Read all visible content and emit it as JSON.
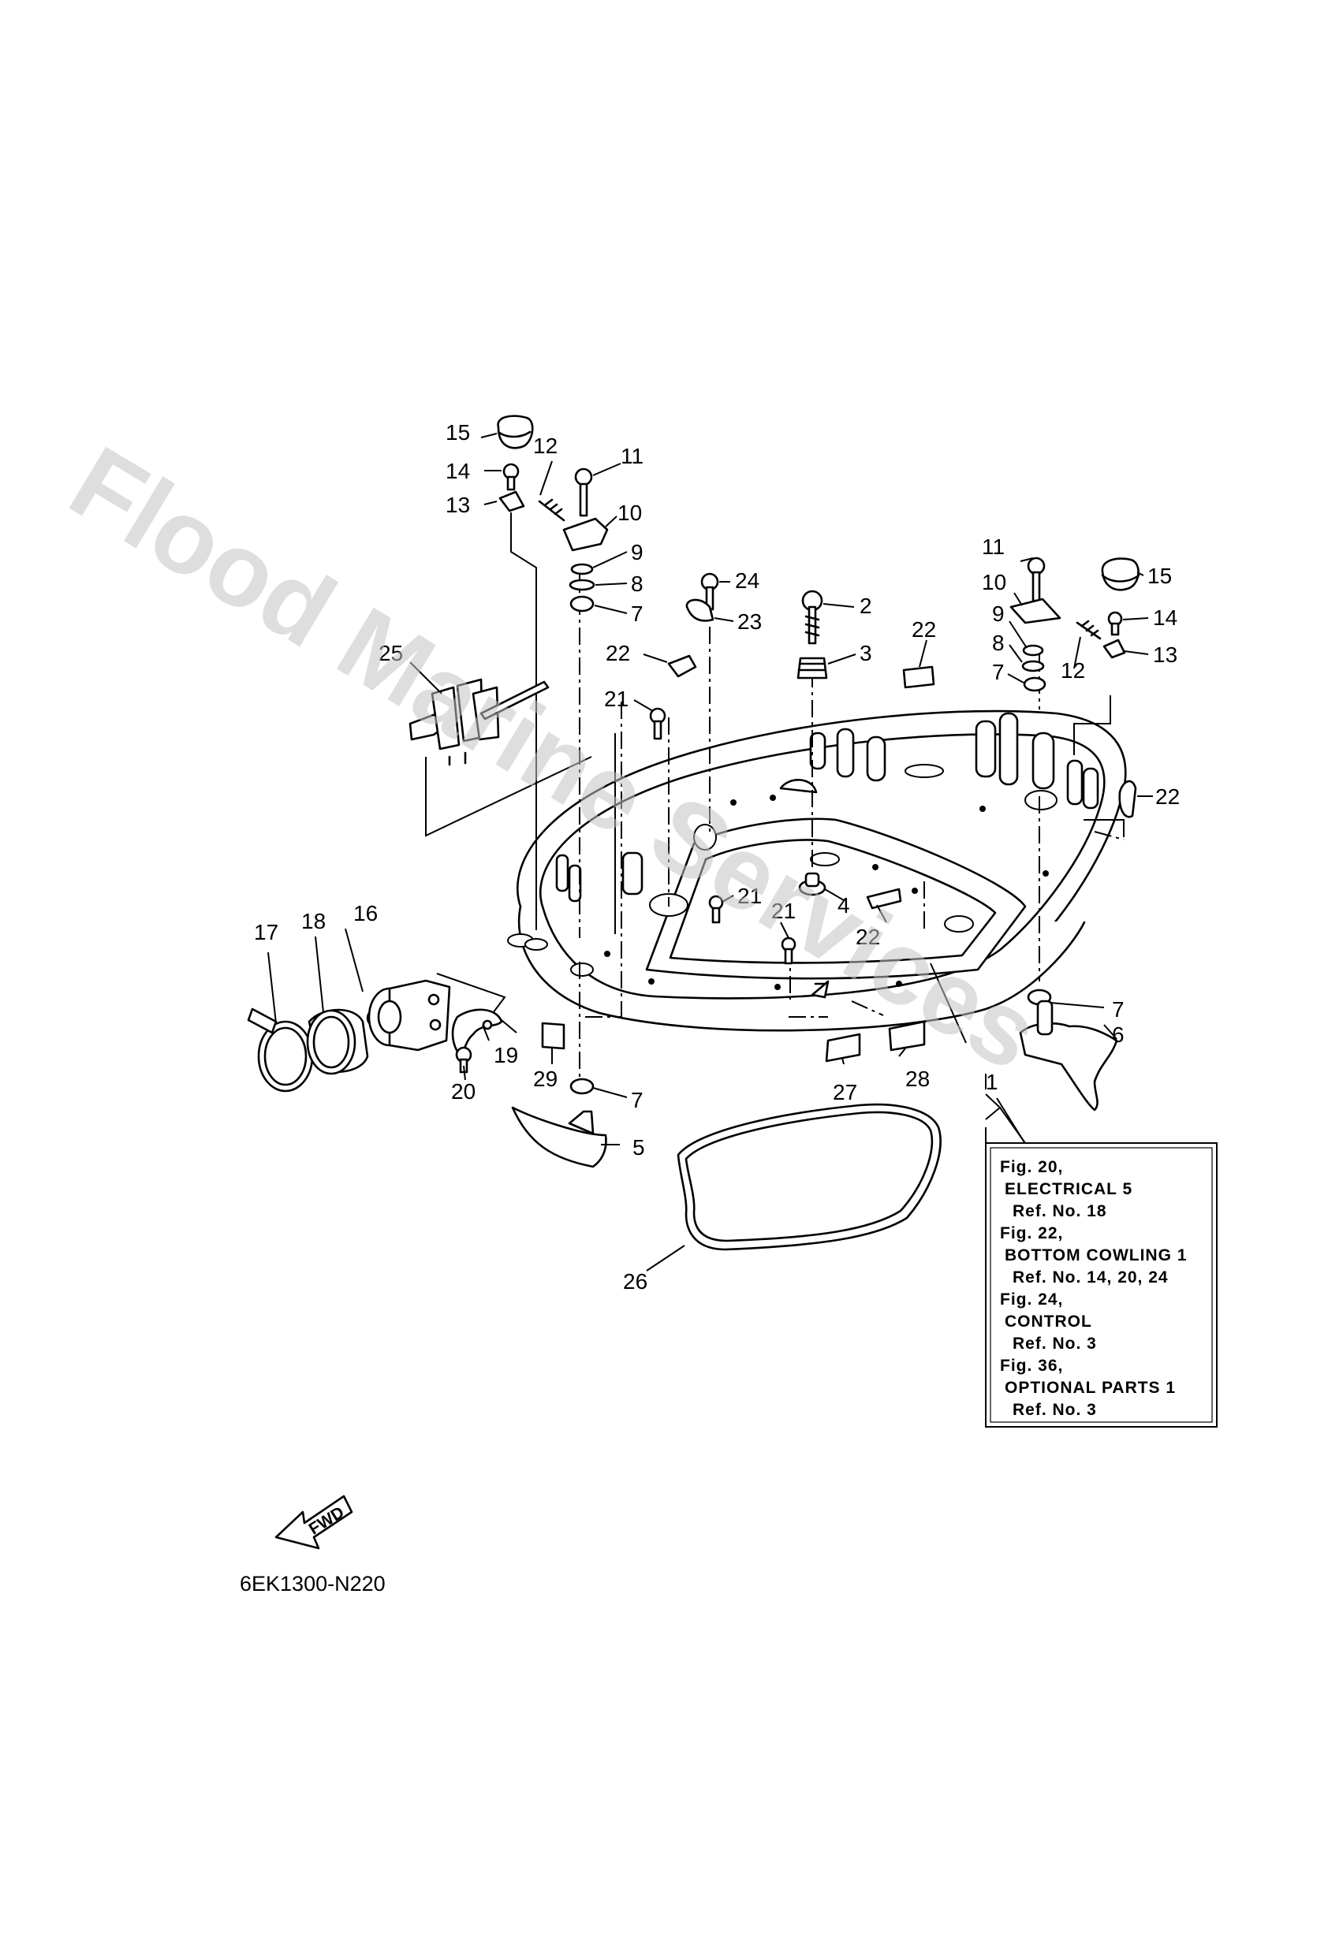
{
  "watermark": "Flood Marine Services",
  "diagram_code": "6EK1300-N220",
  "fwd_label": "FWD",
  "reference_box": {
    "lines": [
      "Fig. 20,",
      "ELECTRICAL 5",
      "Ref. No. 18",
      "Fig. 22,",
      "BOTTOM COWLING 1",
      "Ref. No. 14, 20, 24",
      "Fig. 24,",
      "CONTROL",
      "Ref. No. 3",
      "Fig. 36,",
      "OPTIONAL PARTS 1",
      "Ref. No. 3"
    ]
  },
  "callouts": {
    "c1": "1",
    "c2": "2",
    "c3": "3",
    "c4": "4",
    "c5": "5",
    "c6": "6",
    "c7a": "7",
    "c7b": "7",
    "c7c": "7",
    "c7d": "7",
    "c8a": "8",
    "c8b": "8",
    "c9a": "9",
    "c9b": "9",
    "c10a": "10",
    "c10b": "10",
    "c11a": "11",
    "c11b": "11",
    "c12a": "12",
    "c12b": "12",
    "c13a": "13",
    "c13b": "13",
    "c14a": "14",
    "c14b": "14",
    "c15a": "15",
    "c15b": "15",
    "c16": "16",
    "c17": "17",
    "c18": "18",
    "c19": "19",
    "c20": "20",
    "c21a": "21",
    "c21b": "21",
    "c21c": "21",
    "c22a": "22",
    "c22b": "22",
    "c22c": "22",
    "c22d": "22",
    "c23": "23",
    "c24": "24",
    "c25": "25",
    "c26": "26",
    "c27": "27",
    "c28": "28",
    "c29": "29"
  }
}
